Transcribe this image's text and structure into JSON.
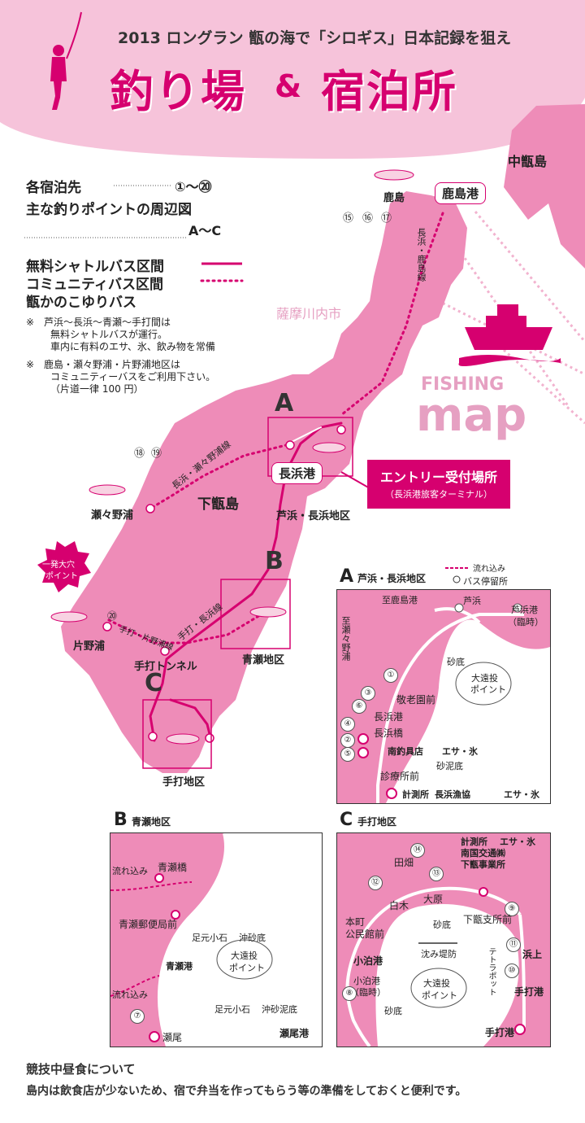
{
  "header": {
    "subtitle": "2013 ロングラン 甑の海で「シロギス」日本記録を狙え",
    "title": "釣り場",
    "ampersand": "&",
    "title2": "宿泊所"
  },
  "legend": {
    "line1": "各宿泊先",
    "line1_value": "①〜⑳",
    "line2": "主な釣りポイントの周辺図",
    "line2_value": "A〜C",
    "bus1": "無料シャトルバス区間",
    "bus2": "コミュニティバス区間",
    "bus3": "甑かのこゆりバス",
    "note1a": "※　芦浜〜長浜〜青瀬〜手打間は",
    "note1b": "無料シャトルバスが運行。",
    "note1c": "車内に有料のエサ、氷、飲み物を常備",
    "note2a": "※　鹿島・瀬々野浦・片野浦地区は",
    "note2b": "コミュニティーバスをご利用下さい。",
    "note2c": "（片道一律 100 円）"
  },
  "map": {
    "island_north": "中甑島",
    "kashima_port": "鹿島港",
    "kashima": "鹿島",
    "nums_kashima": [
      "⑮",
      "⑯",
      "⑰"
    ],
    "route_kashima": "長浜・鹿島線",
    "city": "薩摩川内市",
    "fishing": "FISHING",
    "map_word": "map",
    "label_a": "A",
    "label_b": "B",
    "label_c": "C",
    "nagahama_port": "長浜港",
    "entry_title": "エントリー受付場所",
    "entry_sub": "（長浜港旅客ターミナル）",
    "shimokoshiki": "下甑島",
    "nums_sesenoura": [
      "⑱",
      "⑲"
    ],
    "route_sesenoura": "長浜・瀬々野浦線",
    "sesenoura": "瀬々野浦",
    "ashihama_area": "芦浜・長浜地区",
    "ippatsu1": "一発大穴",
    "ippatsu2": "ポイント",
    "num_20": "⑳",
    "route_katanoura": "手打・片野浦線",
    "katanoura": "片野浦",
    "route_teuchi": "手打・長浜線",
    "teuchi_tunnel": "手打トンネル",
    "aose_area": "青瀬地区",
    "teuchi_area": "手打地区"
  },
  "sectionA": {
    "letter": "A",
    "title": "芦浜・長浜地区",
    "legend_flow": "流れ込み",
    "legend_bus": "バス停留所",
    "to_kashima": "至鹿島港",
    "to_sesenoura": "至瀬々野浦",
    "ashihama": "芦浜",
    "ashihama_port": "芦浜港",
    "rinji": "（臨時）",
    "sand": "砂底",
    "long_cast1": "大遠投",
    "long_cast2": "ポイント",
    "keirou": "敬老園前",
    "nagahama_port": "長浜港",
    "nagahama_bridge": "長浜橋",
    "minami": "南釣具店",
    "esa": "エサ・氷",
    "sand_mud": "砂泥底",
    "clinic": "診療所前",
    "keisoku": "計測所",
    "gyokyo": "長浜漁協",
    "esa2": "エサ・氷",
    "nums": [
      "①",
      "③",
      "⑥",
      "④",
      "②",
      "⑤"
    ]
  },
  "sectionB": {
    "letter": "B",
    "title": "青瀬地区",
    "flow1": "流れ込み",
    "aose_bridge": "青瀬橋",
    "post": "青瀬郵便局前",
    "stones1": "足元小石",
    "offshore1": "沖砂底",
    "aose_port": "青瀬港",
    "long_cast1": "大遠投",
    "long_cast2": "ポイント",
    "flow2": "流れ込み",
    "stones2": "足元小石",
    "offshore2": "沖砂泥底",
    "num7": "⑦",
    "seo": "瀬尾",
    "seo_port": "瀬尾港"
  },
  "sectionC": {
    "letter": "C",
    "title": "手打地区",
    "keisoku": "計測所",
    "esa": "エサ・氷",
    "nangoku": "南国交通㈱",
    "shimokoshiki_office": "下甑事業所",
    "num14": "⑭",
    "tabata": "田畑",
    "num13": "⑬",
    "num12": "⑫",
    "shiraki": "白木",
    "ohara": "大原",
    "num9": "⑨",
    "branch": "下甑支所前",
    "motomachi1": "本町",
    "motomachi2": "公民館前",
    "sand": "砂底",
    "num11": "⑪",
    "hamaue": "浜上",
    "num10": "⑩",
    "kodomari": "小泊港",
    "breakwater": "沈み堤防",
    "tetrapod": "テトラポット",
    "kodomari_port": "小泊港",
    "rinji": "（臨時）",
    "num8": "⑧",
    "long_cast1": "大遠投",
    "long_cast2": "ポイント",
    "sand2": "砂底",
    "teuchi_port": "手打港",
    "teuchi_port2": "手打港"
  },
  "footer": {
    "heading": "競技中昼食について",
    "text": "島内は飲食店が少ないため、宿で弁当を作ってもらう等の準備をしておくと便利です。"
  },
  "colors": {
    "pink": "#ee8cb8",
    "deep_pink": "#d6006f",
    "header_bg": "#f6c3da",
    "sea_stripe": "#f4b8d2"
  }
}
